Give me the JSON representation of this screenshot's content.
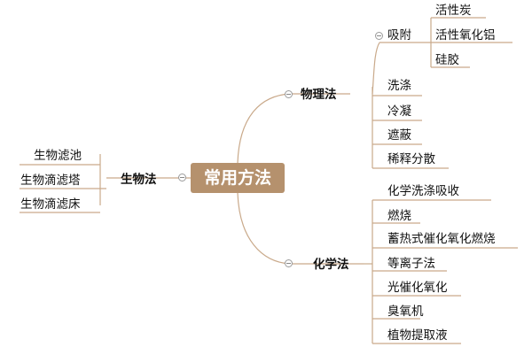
{
  "root": "常用方法",
  "left_branch": {
    "label": "生物法",
    "children": [
      "生物滤池",
      "生物滴滤塔",
      "生物滴滤床"
    ]
  },
  "physical_branch": {
    "label": "物理法",
    "adsorption": {
      "label": "吸附",
      "children": [
        "活性炭",
        "活性氧化铝",
        "硅胶"
      ]
    },
    "children": [
      "洗涤",
      "冷凝",
      "遮蔽",
      "稀释分散"
    ]
  },
  "chemical_branch": {
    "label": "化学法",
    "children": [
      "化学洗涤吸收",
      "燃烧",
      "蓄热式催化氧化燃烧",
      "等离子法",
      "光催化氧化",
      "臭氧机",
      "植物提取液"
    ]
  },
  "colors": {
    "root_fill": "#b5916d",
    "root_text": "#ffffff",
    "line": "#c9a98a"
  }
}
